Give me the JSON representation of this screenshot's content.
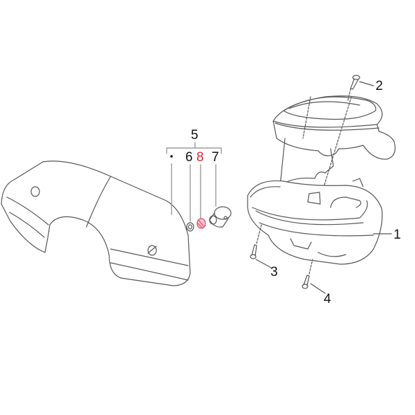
{
  "diagram": {
    "type": "exploded-parts-view",
    "callouts": [
      {
        "id": "1",
        "label": "1",
        "part": "lower-headset-cover",
        "color": "#111111"
      },
      {
        "id": "2",
        "label": "2",
        "part": "screw-upper",
        "color": "#111111"
      },
      {
        "id": "3",
        "label": "3",
        "part": "screw-lower-left",
        "color": "#111111"
      },
      {
        "id": "4",
        "label": "4",
        "part": "screw-lower-right",
        "color": "#111111"
      },
      {
        "id": "5",
        "label": "5",
        "part": "windshield-kit-group",
        "color": "#111111"
      },
      {
        "id": "6",
        "label": "6",
        "part": "spacer",
        "color": "#111111"
      },
      {
        "id": "7",
        "label": "7",
        "part": "bushing",
        "color": "#111111"
      },
      {
        "id": "8",
        "label": "8",
        "part": "spring-washer",
        "color": "#d8263a"
      }
    ],
    "highlight_color": "#d8263a",
    "line_color": "#555555"
  }
}
